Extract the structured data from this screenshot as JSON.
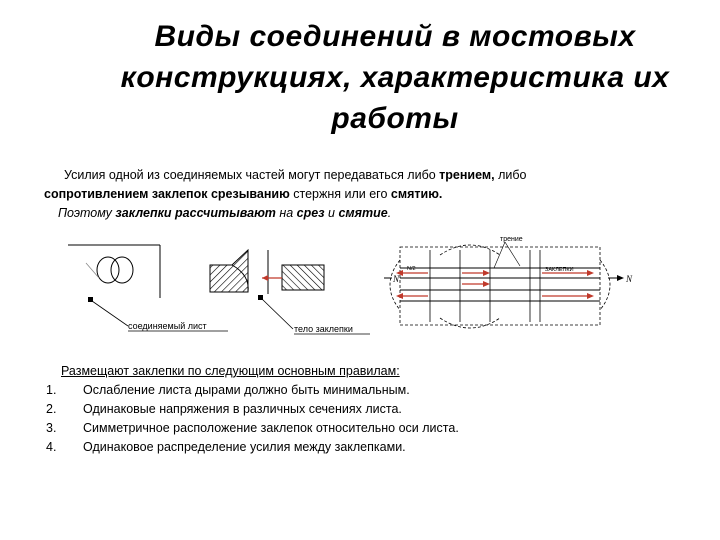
{
  "title": {
    "line1": "Виды соединений в мостовых",
    "line2": "конструкциях, характеристика их",
    "line3": "работы"
  },
  "paragraph": {
    "l1a": "Усилия одной из соединяемых частей могут передаваться либо ",
    "l1b": "трением,",
    "l1c": " либо",
    "l2a": "сопротивлением заклепок срезыванию",
    "l2b": " стержня или его ",
    "l2c": "смятию.",
    "l3a": "Поэтому ",
    "l3b": "заклепки рассчитывают",
    "l3c": " на ",
    "l3d": "срез",
    "l3e": " и ",
    "l3f": "смятие",
    "l3g": "."
  },
  "figure": {
    "label_sheet": "соединяемый лист",
    "label_rivet": "тело заклепки",
    "label_friction": "трение",
    "label_N": "N",
    "label_N2": "N",
    "label_shear": "ЗАКЛЕПКИ",
    "label_force": "N/2"
  },
  "rules": {
    "heading": "Размещают заклепки по следующим основным правилам:",
    "items": [
      {
        "num": "1.",
        "text": "Ослабление листа дырами должно быть минимальным."
      },
      {
        "num": "2.",
        "text": "Одинаковые напряжения в различных сечениях листа."
      },
      {
        "num": "3.",
        "text": "Симметричное расположение заклепок относительно оси листа."
      },
      {
        "num": "4.",
        "text": "Одинаковое распределение усилия между заклепками."
      }
    ]
  },
  "colors": {
    "arrow_red": "#c0392b",
    "hatch": "#000000"
  }
}
